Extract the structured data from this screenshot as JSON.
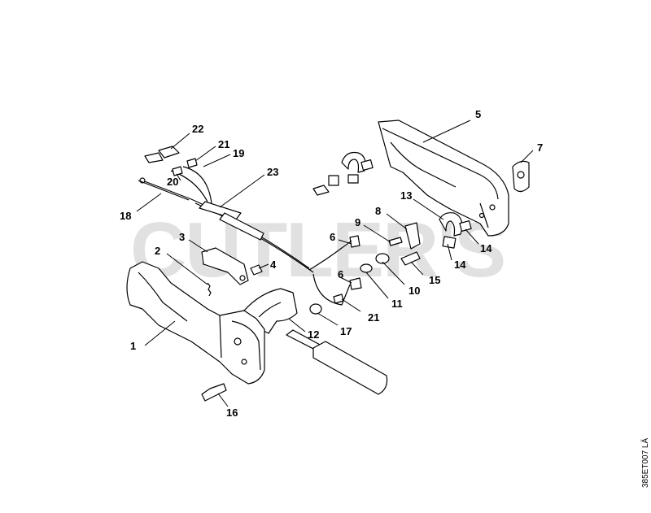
{
  "watermark": "CUTLER'S",
  "drawing_code": "385ET007 LÄ",
  "labels": [
    "1",
    "2",
    "3",
    "4",
    "5",
    "6",
    "6",
    "7",
    "8",
    "9",
    "10",
    "11",
    "12",
    "13",
    "14",
    "14",
    "15",
    "16",
    "17",
    "18",
    "19",
    "20",
    "21",
    "21",
    "22",
    "23"
  ]
}
